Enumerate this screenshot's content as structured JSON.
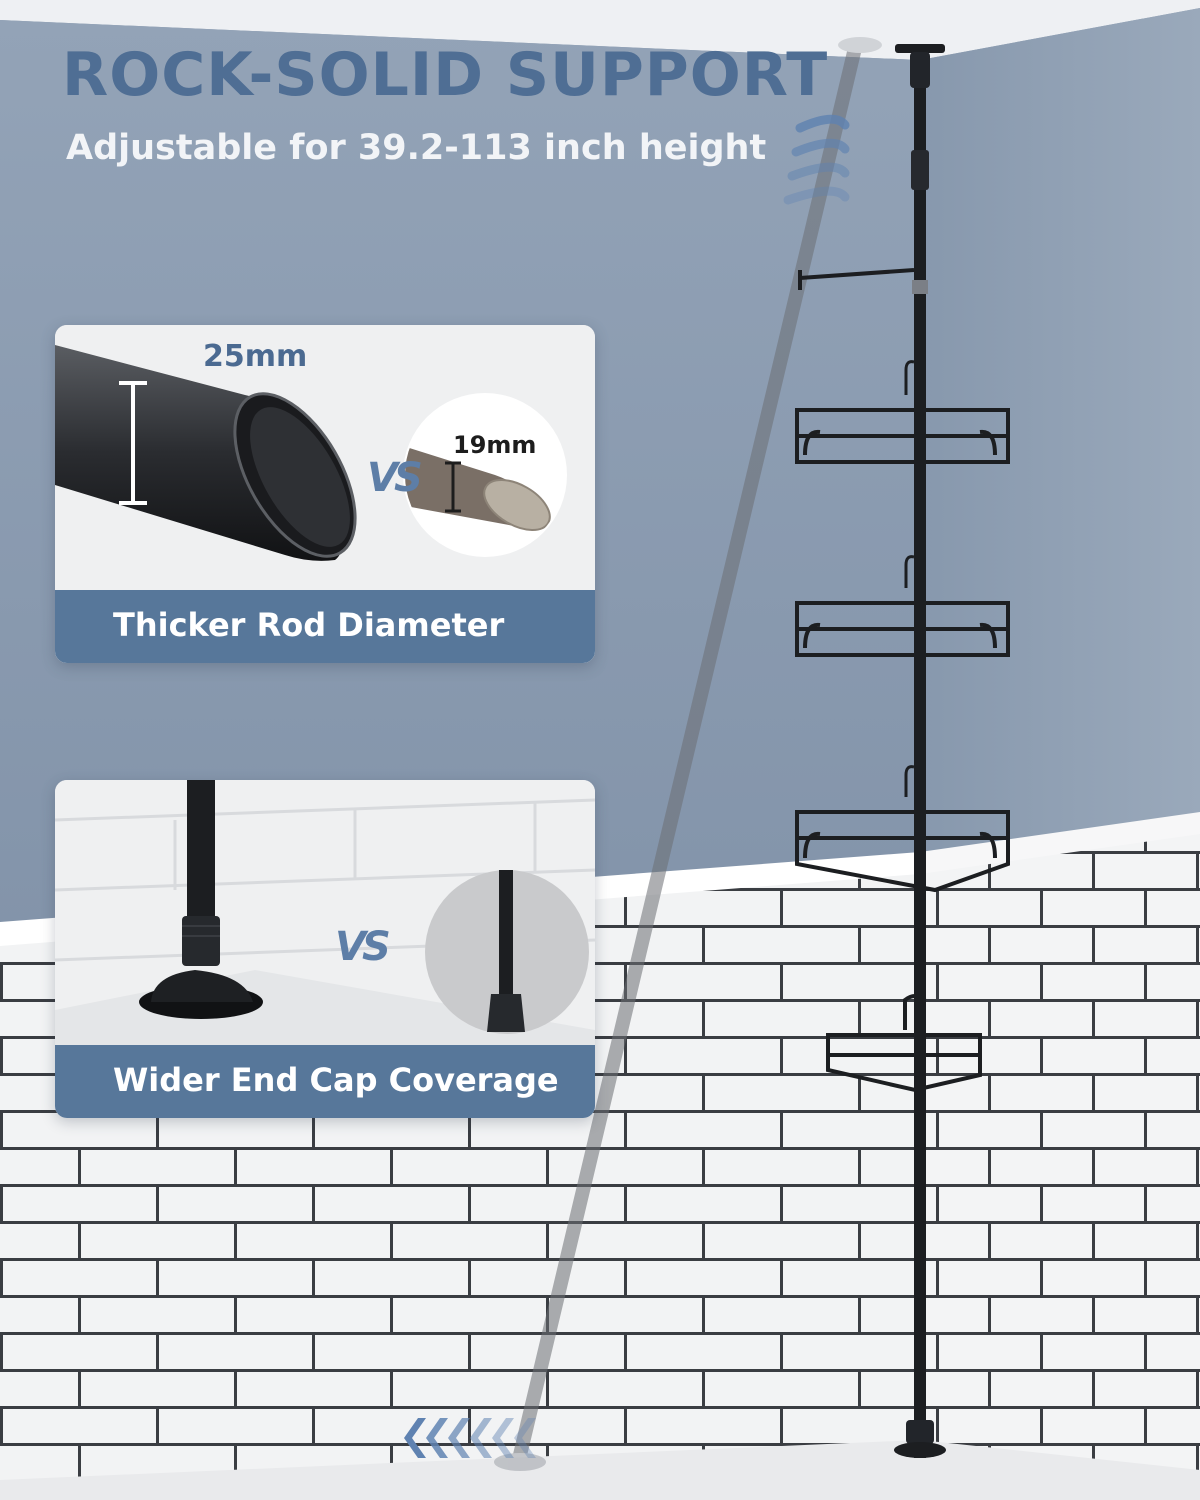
{
  "headline": "ROCK-SOLID SUPPORT",
  "subheadline": "Adjustable for 39.2-113 inch height",
  "cards": [
    {
      "caption": "Thicker Rod Diameter",
      "dimension_large": "25mm",
      "vs_label": "VS",
      "dimension_small": "19mm"
    },
    {
      "caption": "Wider End Cap Coverage",
      "vs_label": "VS"
    }
  ],
  "colors": {
    "headline": "#4f6e94",
    "banner": "#57779a",
    "wall": "#8d9db1",
    "tile": "#f3f4f5",
    "rod": "#1c1e21"
  },
  "icons": [
    "chevron-left-arrows-icon",
    "chevron-up-arrows-icon"
  ]
}
